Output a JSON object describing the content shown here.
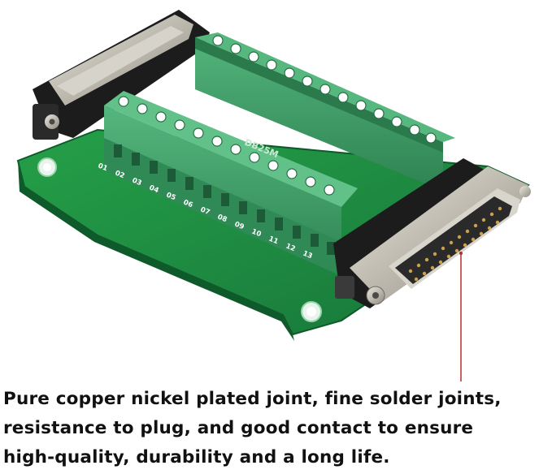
{
  "photo": {
    "pin_labels": [
      "01",
      "02",
      "03",
      "04",
      "05",
      "06",
      "07",
      "08",
      "09",
      "10",
      "11",
      "12",
      "13"
    ],
    "silkscreen_text": "DB25M",
    "colors": {
      "pcb": "#1f8a3d",
      "terminal": "#3fa068",
      "terminal_dark": "#2b7a4c",
      "connector_body": "#1c1c1c",
      "shell_metal": "#c9c6bd",
      "pointer_line": "#b0302c"
    }
  },
  "caption": {
    "lines": [
      "Pure copper nickel plated joint, fine solder joints,",
      "resistance to plug, and good contact to ensure",
      "high-quality, durability and a long life."
    ]
  }
}
